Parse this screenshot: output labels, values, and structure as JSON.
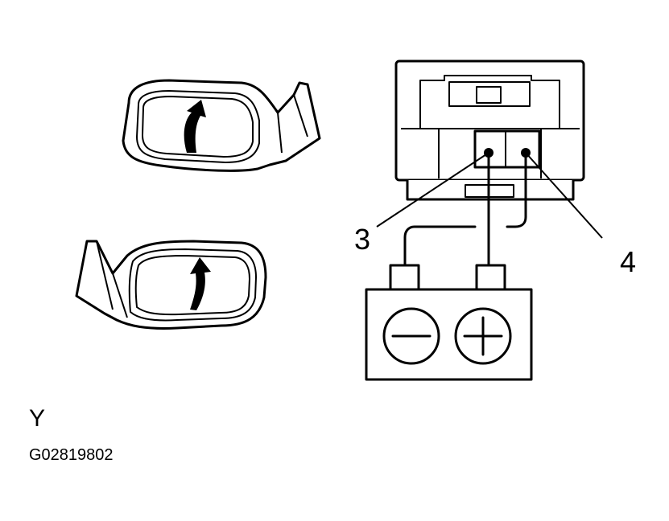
{
  "labels": {
    "terminal_3": "3",
    "terminal_4": "4",
    "view": "Y",
    "figure_code": "G02819802"
  },
  "battery": {
    "negative_symbol": "minus",
    "positive_symbol": "plus"
  },
  "mirror_upper": {
    "tilt_arrow": "up"
  },
  "mirror_lower": {
    "tilt_arrow": "up"
  }
}
